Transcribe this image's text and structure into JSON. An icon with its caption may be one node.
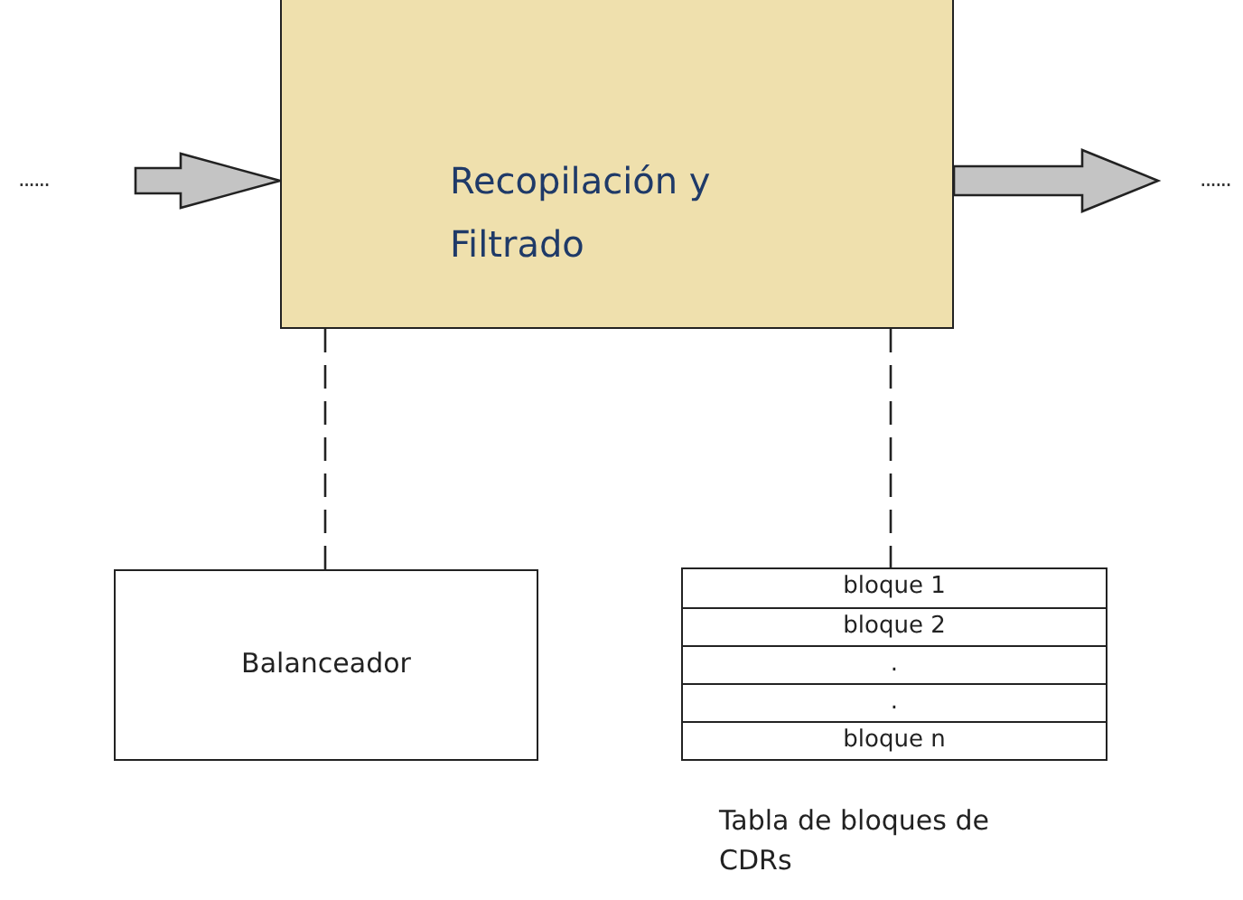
{
  "diagram": {
    "nodes": [
      {
        "text": [
          "Recopilación y Filtrado"
        ]
      },
      {
        "text": [
          "Balanceador"
        ]
      },
      {
        "text": [],
        "shape": "box",
        "beside": [
          "Tabla de bloques de CDRs"
        ]
      },
      {
        "text": [
          "bloque 1"
        ],
        "in": 2
      },
      {
        "text": [
          "bloque 2"
        ],
        "in": 2
      },
      {
        "text": [
          "."
        ],
        "in": 2
      },
      {
        "text": [
          "."
        ],
        "in": 2
      },
      {
        "text": [
          "bloque n"
        ],
        "in": 2
      }
    ],
    "edges": [
      {
        "from": null,
        "to": 0,
        "arrow": "to",
        "style": "thick"
      },
      {
        "from": 0,
        "to": null,
        "arrow": "to",
        "style": "thick"
      },
      {
        "from": 0,
        "to": 1,
        "arrow": "none",
        "style": "dashed"
      },
      {
        "from": 0,
        "to": 2,
        "arrow": "none",
        "style": "dashed"
      }
    ],
    "labels": [
      "......",
      "......"
    ]
  }
}
